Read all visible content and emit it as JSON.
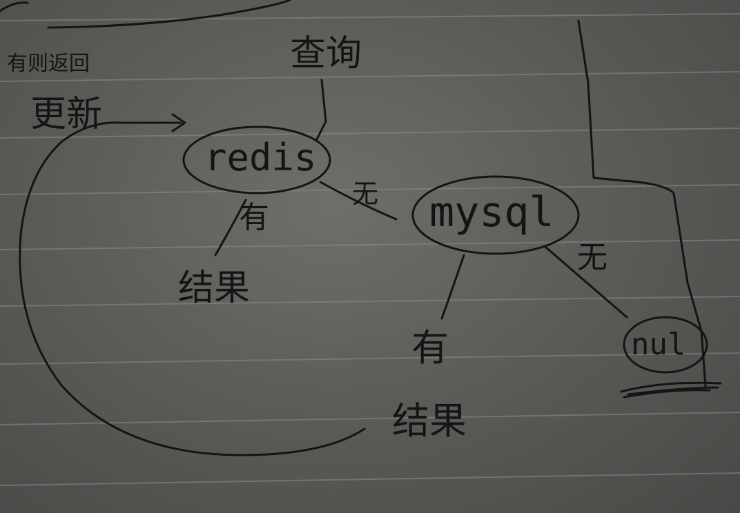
{
  "nodes": {
    "redis": "redis",
    "mysql": "mysql",
    "null": "nul"
  },
  "labels": {
    "query": "查询",
    "update": "更新",
    "top_left_note": "有则返回",
    "redis_has": "有",
    "redis_result": "结果",
    "redis_to_mysql": "无",
    "mysql_has": "有",
    "mysql_result": "结果",
    "mysql_to_null": "无"
  },
  "colors": {
    "ink": "#141414",
    "paper": "#5e5e5b",
    "rule_line": "#8a8c8e"
  }
}
